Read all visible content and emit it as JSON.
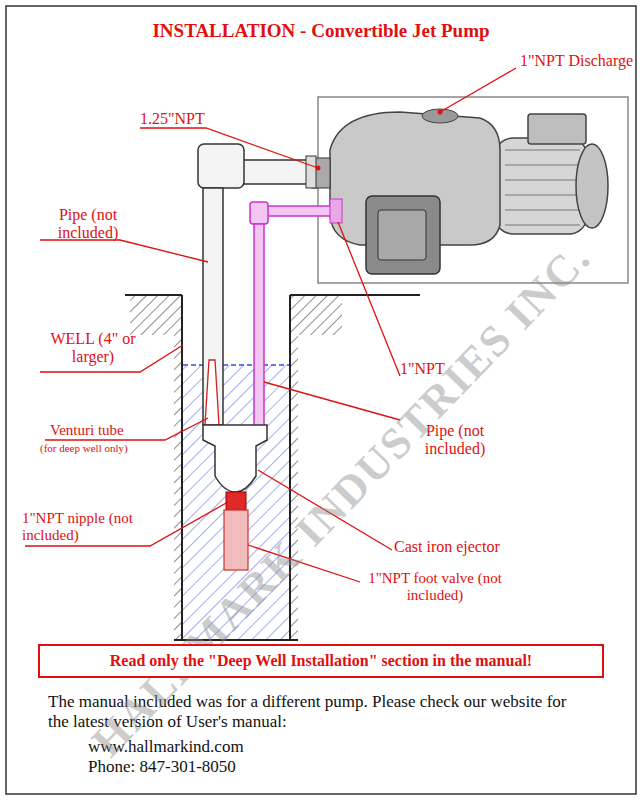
{
  "diagram": {
    "title": "INSTALLATION - Convertible Jet Pump",
    "nodes": [
      {
        "text": [
          "Read only the \"Deep Well Installation\" section in the manual!"
        ]
      }
    ],
    "labels": [
      "1\"NPT Discharge",
      "1.25\"NPT",
      "Pipe (not included)",
      "WELL (4\" or larger)",
      "1\"NPT",
      "Venturi tube",
      "(for deep well only)",
      "Pipe (not included)",
      "1\"NPT nipple (not included)",
      "Cast iron ejector",
      "1\"NPT foot valve (not included)",
      "The manual included was for a different pump. Please check our website for the latest version of User's manual:",
      "www.hallmarkind.com",
      "Phone: 847-301-8050",
      "HALLMARK INDUSTRIES INC."
    ]
  }
}
